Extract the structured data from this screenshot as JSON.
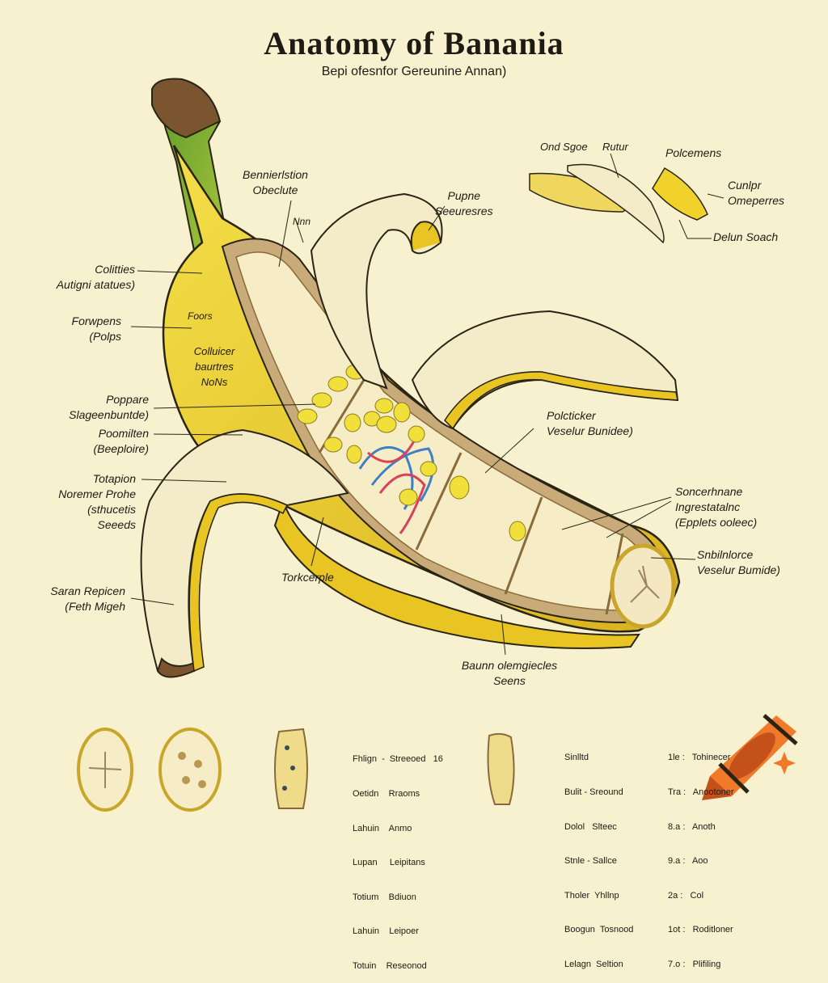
{
  "title": "Anatomy of Banania",
  "subtitle": "Bepi ofesnfor  Gereunine Annan)",
  "labels": {
    "top_center": "Bennierlstion\nObeclute",
    "nnn": "Nnn",
    "pupne": "Pupne\nSeeuresres",
    "ond_sgoe": "Ond Sgoe",
    "rutur": "Rutur",
    "polcemens": "Polcemens",
    "cunlpr": "Cunlpr\nOmeperres",
    "delun": "Delun Soach",
    "colitties": "Colitties\nAutigni atatues)",
    "forwpens": "Forwpens\n(Polps",
    "foors": "Foors",
    "collueer": "Colluicer\nbaurtres\nNoNs",
    "poppare": "Poppare\nSlageenbuntde)",
    "poomilten": "Poomilten\n(Beeploire)",
    "totapion": "Totapion\nNoremer Prohe\n(sthucetis\nSeeeds",
    "saran": "Saran Repicen\n(Feth Migeh",
    "torkcerple": "Torkcerple",
    "polcticker": "Polcticker\nVeselur Bunidee)",
    "soncerhnane": "Soncerhnane\nIngrestatalnc\n(Epplets ooleec)",
    "snbilnlorce": "Snbilnlorce\nVeselur Bumide)",
    "baunn": "Baunn olemgiecles\nSeens"
  },
  "legend_tables": [
    [
      "Fhlign  -  Streeoed   16",
      "Oetidn    Rraoms",
      "Lahuin    Anmo",
      "Lupan     Leipitans",
      "Totium    Bdiuon",
      "Lahuin    Leipoer",
      "Totuin    Reseonod"
    ],
    [
      "Sinlltd",
      "Bulit - Sreound",
      "Dolol   Slteec",
      "Stnle - Sallce",
      "Tholer  Yhllnp",
      "Boogun  Tosnood",
      "Lelagn  Seltion"
    ],
    [
      "1le :   Tohinecer",
      "Tra :   Anootoner",
      "8.a :   Anoth",
      "9.a :   Aoo",
      "2a :   Col",
      "1ot :   Roditloner",
      "7.o :   Plifiling"
    ]
  ],
  "colors": {
    "background": "#f8f1cf",
    "peel_yellow": "#f0d632",
    "stem_green": "#6aa331",
    "flesh": "#f6edc6",
    "seed": "#f1df3a",
    "vein_blue": "#3f7fc4",
    "vein_red": "#d8415a",
    "crayon_orange": "#f07a2a"
  },
  "icons": {
    "watermark": "crayon-logo-icon"
  }
}
